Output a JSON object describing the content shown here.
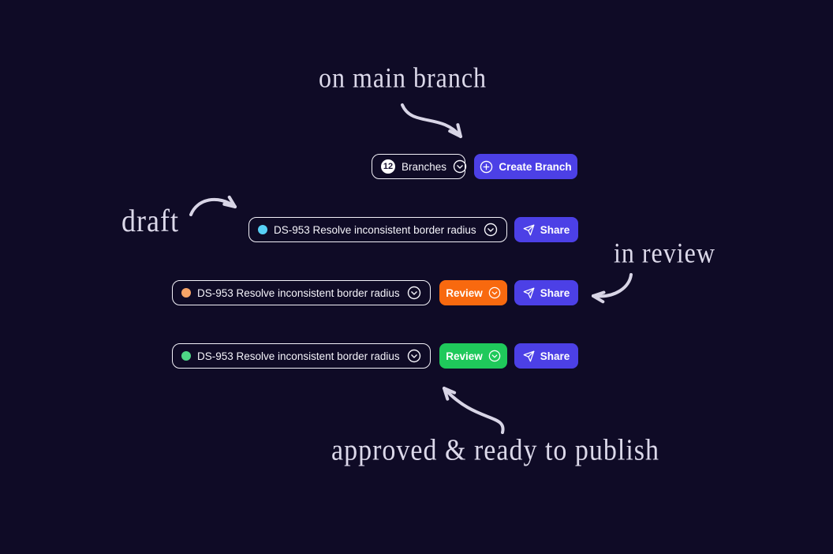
{
  "page": {
    "background": "#0f0b26"
  },
  "annotations": {
    "on_main_branch": "on main branch",
    "draft": "draft",
    "in_review": "in review",
    "approved": "approved & ready to publish"
  },
  "toolbar": {
    "branches_count": "12",
    "branches_label": "Branches",
    "create_branch_label": "Create Branch"
  },
  "rows": [
    {
      "title": "DS-953 Resolve inconsistent border radius",
      "dot_color": "#57d0f6",
      "share_label": "Share"
    },
    {
      "title": "DS-953 Resolve inconsistent border radius",
      "dot_color": "#f6a467",
      "review_label": "Review",
      "review_color": "#f8690f",
      "share_label": "Share"
    },
    {
      "title": "DS-953 Resolve inconsistent border radius",
      "dot_color": "#4ed786",
      "review_label": "Review",
      "review_color": "#1fc95b",
      "share_label": "Share"
    }
  ],
  "colors": {
    "accent_indigo": "#4c40e6",
    "annotation_ink": "#dcd9ea"
  }
}
